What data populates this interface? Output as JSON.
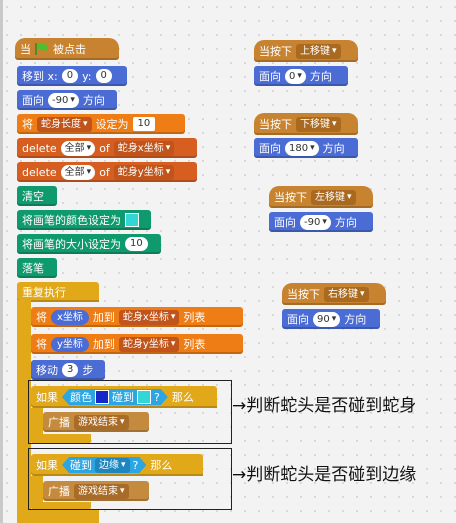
{
  "main_script": {
    "when_clicked": {
      "prefix": "当",
      "suffix": "被点击"
    },
    "goto": {
      "label": "移到 x:",
      "x": "0",
      "ylabel": "y:",
      "y": "0"
    },
    "point": {
      "label": "面向",
      "value": "-90",
      "unit": "方向"
    },
    "set_var": {
      "label": "将",
      "var": "蛇身长度",
      "mid": "设定为",
      "value": "10"
    },
    "delete1": {
      "label": "delete",
      "item": "全部",
      "of": "of",
      "list": "蛇身x坐标"
    },
    "delete2": {
      "label": "delete",
      "item": "全部",
      "of": "of",
      "list": "蛇身y坐标"
    },
    "clear": "清空",
    "pen_color": {
      "label": "将画笔的颜色设定为",
      "color": "#33d6d6"
    },
    "pen_size": {
      "label": "将画笔的大小设定为",
      "value": "10"
    },
    "pen_down": "落笔",
    "forever": "重复执行",
    "add_x": {
      "label": "将",
      "reporter": "x坐标",
      "mid": "加到",
      "list": "蛇身x坐标",
      "suffix": "列表"
    },
    "add_y": {
      "label": "将",
      "reporter": "y坐标",
      "mid": "加到",
      "list": "蛇身y坐标",
      "suffix": "列表"
    },
    "move": {
      "label": "移动",
      "value": "3",
      "unit": "步"
    },
    "if1": {
      "label": "如果",
      "color_label": "颜色",
      "color1": "#1428c8",
      "touch": "碰到",
      "color2": "#33d6d6",
      "q": "?",
      "then": "那么"
    },
    "broadcast1": {
      "label": "广播",
      "msg": "游戏结束"
    },
    "if2": {
      "label": "如果",
      "touch": "碰到",
      "target": "边缘",
      "q": "?",
      "then": "那么"
    },
    "broadcast2": {
      "label": "广播",
      "msg": "游戏结束"
    }
  },
  "key_scripts": [
    {
      "hat": "当按下",
      "key": "上移键",
      "point": "面向",
      "value": "0",
      "unit": "方向"
    },
    {
      "hat": "当按下",
      "key": "下移键",
      "point": "面向",
      "value": "180",
      "unit": "方向"
    },
    {
      "hat": "当按下",
      "key": "左移键",
      "point": "面向",
      "value": "-90",
      "unit": "方向"
    },
    {
      "hat": "当按下",
      "key": "右移键",
      "point": "面向",
      "value": "90",
      "unit": "方向"
    }
  ],
  "annotations": {
    "a1": "→判断蛇头是否碰到蛇身",
    "a2": "→判断蛇头是否碰到边缘"
  },
  "colors": {
    "event": "#c88330",
    "motion": "#4a6cd4",
    "data": "#ee7d16",
    "pen": "#0e9a6c",
    "control": "#e1a91a",
    "sensing": "#2ca5e2"
  }
}
